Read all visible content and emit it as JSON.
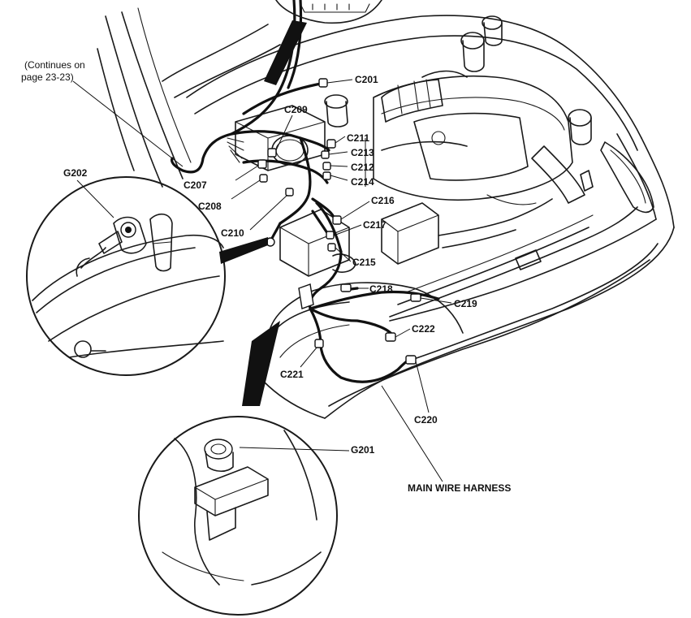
{
  "note": {
    "line1": "(Continues on",
    "line2": "page 23-23)"
  },
  "labels": {
    "c201": "C201",
    "c207": "C207",
    "c208": "C208",
    "c209": "C209",
    "c210": "C210",
    "c211": "C211",
    "c212": "C212",
    "c213": "C213",
    "c214": "C214",
    "c215": "C215",
    "c216": "C216",
    "c217": "C217",
    "c218": "C218",
    "c219": "C219",
    "c220": "C220",
    "c221": "C221",
    "c222": "C222",
    "g201": "G201",
    "g202": "G202",
    "harness": "MAIN WIRE HARNESS"
  }
}
